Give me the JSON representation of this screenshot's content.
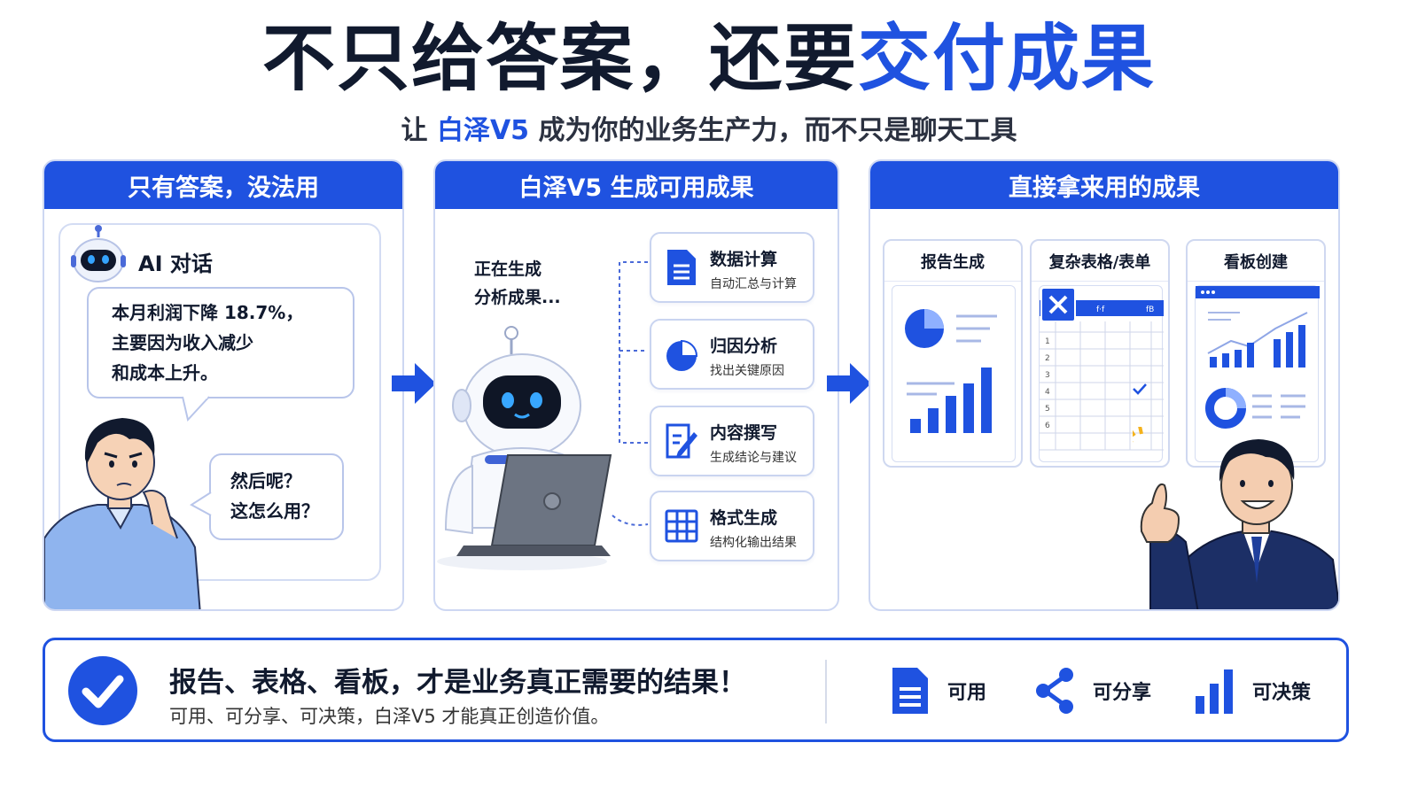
{
  "header": {
    "title_main": "不只给答案，还要",
    "title_highlight": "交付成果",
    "subtitle_prefix": "让",
    "subtitle_brand": "白泽V5",
    "subtitle_rest": "成为你的业务生产力，而不只是聊天工具"
  },
  "panels": {
    "left": {
      "title": "只有答案，没法用",
      "ai_label": "AI 对话",
      "ai_message": [
        "本月利润下降 18.7%，",
        "主要因为收入减少",
        "和成本上升。"
      ],
      "user_question": [
        "然后呢？",
        "这怎么用？"
      ]
    },
    "middle": {
      "title": "白泽V5 生成可用成果",
      "status": [
        "正在生成",
        "分析成果..."
      ],
      "tasks": [
        {
          "name": "数据计算",
          "desc": "自动汇总与计算",
          "icon": "document-icon"
        },
        {
          "name": "归因分析",
          "desc": "找出关键原因",
          "icon": "pie-chart-icon"
        },
        {
          "name": "内容撰写",
          "desc": "生成结论与建议",
          "icon": "edit-document-icon"
        },
        {
          "name": "格式生成",
          "desc": "结构化输出结果",
          "icon": "grid-table-icon"
        }
      ]
    },
    "right": {
      "title": "直接拿来用的成果",
      "outputs": [
        {
          "name": "报告生成",
          "icon": "report-chart-icon"
        },
        {
          "name": "复杂表格/表单",
          "icon": "spreadsheet-icon"
        },
        {
          "name": "看板创建",
          "icon": "dashboard-icon"
        }
      ],
      "sheet_rows": [
        "1",
        "2",
        "3",
        "4",
        "5",
        "6"
      ],
      "sheet_header": [
        "f·f",
        "fB"
      ]
    }
  },
  "footer": {
    "headline": "报告、表格、看板，才是业务真正需要的结果！",
    "sub": "可用、可分享、可决策，白泽V5 才能真正创造价值。",
    "features": [
      {
        "label": "可用",
        "icon": "document-icon"
      },
      {
        "label": "可分享",
        "icon": "share-icon"
      },
      {
        "label": "可决策",
        "icon": "bar-chart-icon"
      }
    ]
  },
  "colors": {
    "accent": "#1f52e0",
    "text": "#111a2e",
    "border": "#cdd7f2",
    "suit": "#1c2f66",
    "shirt": "#8fb4ee"
  }
}
